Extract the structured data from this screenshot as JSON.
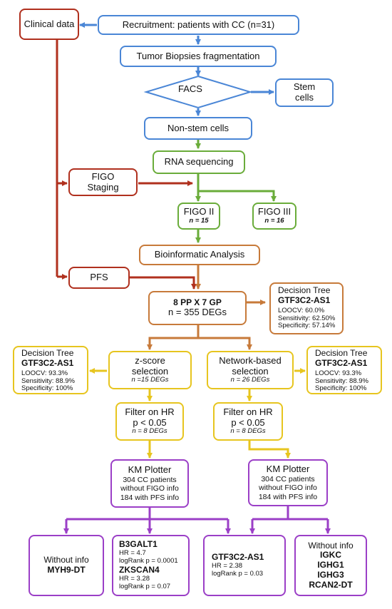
{
  "clinical": "Clinical data",
  "recruitment": "Recruitment: patients with CC (n=31)",
  "biopsies": "Tumor Biopsies fragmentation",
  "facs": "FACS",
  "stem_cells": [
    "Stem",
    "cells"
  ],
  "non_stem": "Non-stem cells",
  "rna": "RNA sequencing",
  "figo_staging": [
    "FIGO",
    "Staging"
  ],
  "figo2": {
    "title": "FIGO II",
    "n": "n = 15"
  },
  "figo3": {
    "title": "FIGO III",
    "n": "n = 16"
  },
  "bioinf": "Bioinformatic Analysis",
  "pfs": "PFS",
  "degs": {
    "line1": "8 PP X 7 GP",
    "line2": "n = 355 DEGs"
  },
  "dt_top": {
    "title": "Decision Tree",
    "gene": "GTF3C2-AS1",
    "stats": [
      "LOOCV: 60.0%",
      "Sensitivity: 62.50%",
      "Specificity: 57.14%"
    ]
  },
  "dt_left": {
    "title": "Decision Tree",
    "gene": "GTF3C2-AS1",
    "stats": [
      "LOOCV: 93.3%",
      "Sensitivity: 88.9%",
      "Specificity: 100%"
    ]
  },
  "dt_right": {
    "title": "Decision Tree",
    "gene": "GTF3C2-AS1",
    "stats": [
      "LOOCV: 93.3%",
      "Sensitivity: 88.9%",
      "Specificity: 100%"
    ]
  },
  "zscore": {
    "lines": [
      "z-score",
      "selection"
    ],
    "n": "n =15 DEGs"
  },
  "network": {
    "lines": [
      "Network-based",
      "selection"
    ],
    "n": "n = 26 DEGs"
  },
  "filter_left": {
    "lines": [
      "Filter on HR",
      "p < 0.05"
    ],
    "n": "n = 8 DEGs"
  },
  "filter_right": {
    "lines": [
      "Filter on HR",
      "p < 0.05"
    ],
    "n": "n = 8 DEGs"
  },
  "km_left": {
    "title": "KM Plotter",
    "lines": [
      "304 CC patients",
      "without FIGO info",
      "184 with PFS info"
    ]
  },
  "km_right": {
    "title": "KM Plotter",
    "lines": [
      "304 CC patients",
      "without FIGO info",
      "184 with PFS info"
    ]
  },
  "res1": {
    "info": "Without info",
    "gene": "MYH9-DT"
  },
  "res2": {
    "gene1": "B3GALT1",
    "hr1": "HR = 4.7",
    "lr1": "logRank p = 0.0001",
    "gene2": "ZKSCAN4",
    "hr2": "HR = 3.28",
    "lr2": "logRank p = 0.07"
  },
  "res3": {
    "gene": "GTF3C2-AS1",
    "hr": "HR = 2.38",
    "lr": "logRank p = 0.03"
  },
  "res4": {
    "info": "Without info",
    "genes": [
      "IGKC",
      "IGHG1",
      "IGHG3",
      "RCAN2-DT"
    ]
  },
  "colors": {
    "blue": "#4a86d6",
    "red": "#b0301e",
    "green": "#6aac3a",
    "orange": "#c77a3a",
    "yellow": "#e7c51f",
    "purple": "#9b3fc7"
  }
}
